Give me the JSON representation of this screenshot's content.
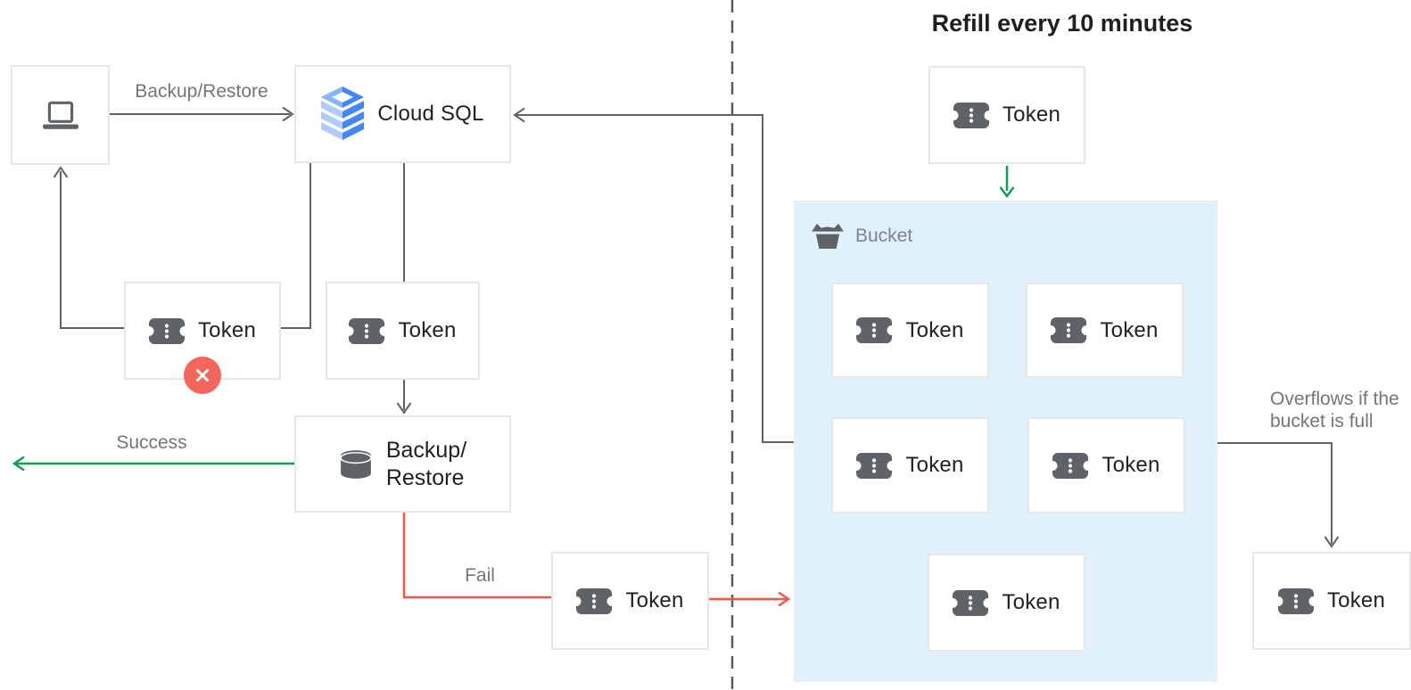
{
  "title": "Refill every 10 minutes",
  "labels": {
    "cloud_sql": "Cloud SQL",
    "token": "Token",
    "bucket": "Bucket",
    "backup_restore_line1": "Backup/",
    "backup_restore_line2": "Restore"
  },
  "edges": {
    "backup_restore": "Backup/Restore",
    "success": "Success",
    "fail": "Fail",
    "overflow_line1": "Overflows if the",
    "overflow_line2": "bucket is full"
  },
  "colors": {
    "success_green": "#0f9d58",
    "fail_red": "#f2564b",
    "error_badge_red": "#f4655c",
    "connector_gray": "#5f6368",
    "bucket_background": "#e0f1fb",
    "box_border": "#e7e7e7",
    "text_dark": "#212121",
    "label_gray": "#757575",
    "cloud_sql_blue": "#4285f4",
    "cloud_sql_light_blue": "#aecbfa"
  },
  "icons": {
    "laptop": "laptop-icon",
    "cloud_sql": "cloud-sql-icon",
    "token": "token-ticket-icon",
    "database": "database-icon",
    "bucket": "bucket-icon",
    "error": "error-x-icon"
  }
}
